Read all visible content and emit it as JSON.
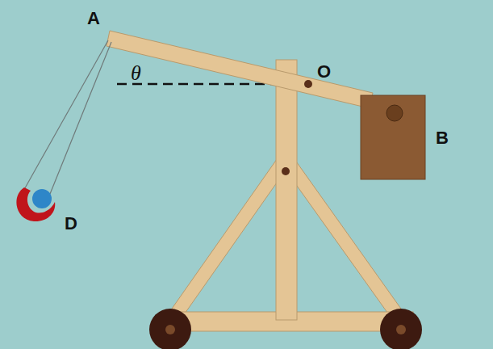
{
  "diagram": {
    "labels": [
      "A",
      "θ",
      "O",
      "B",
      "D"
    ]
  }
}
